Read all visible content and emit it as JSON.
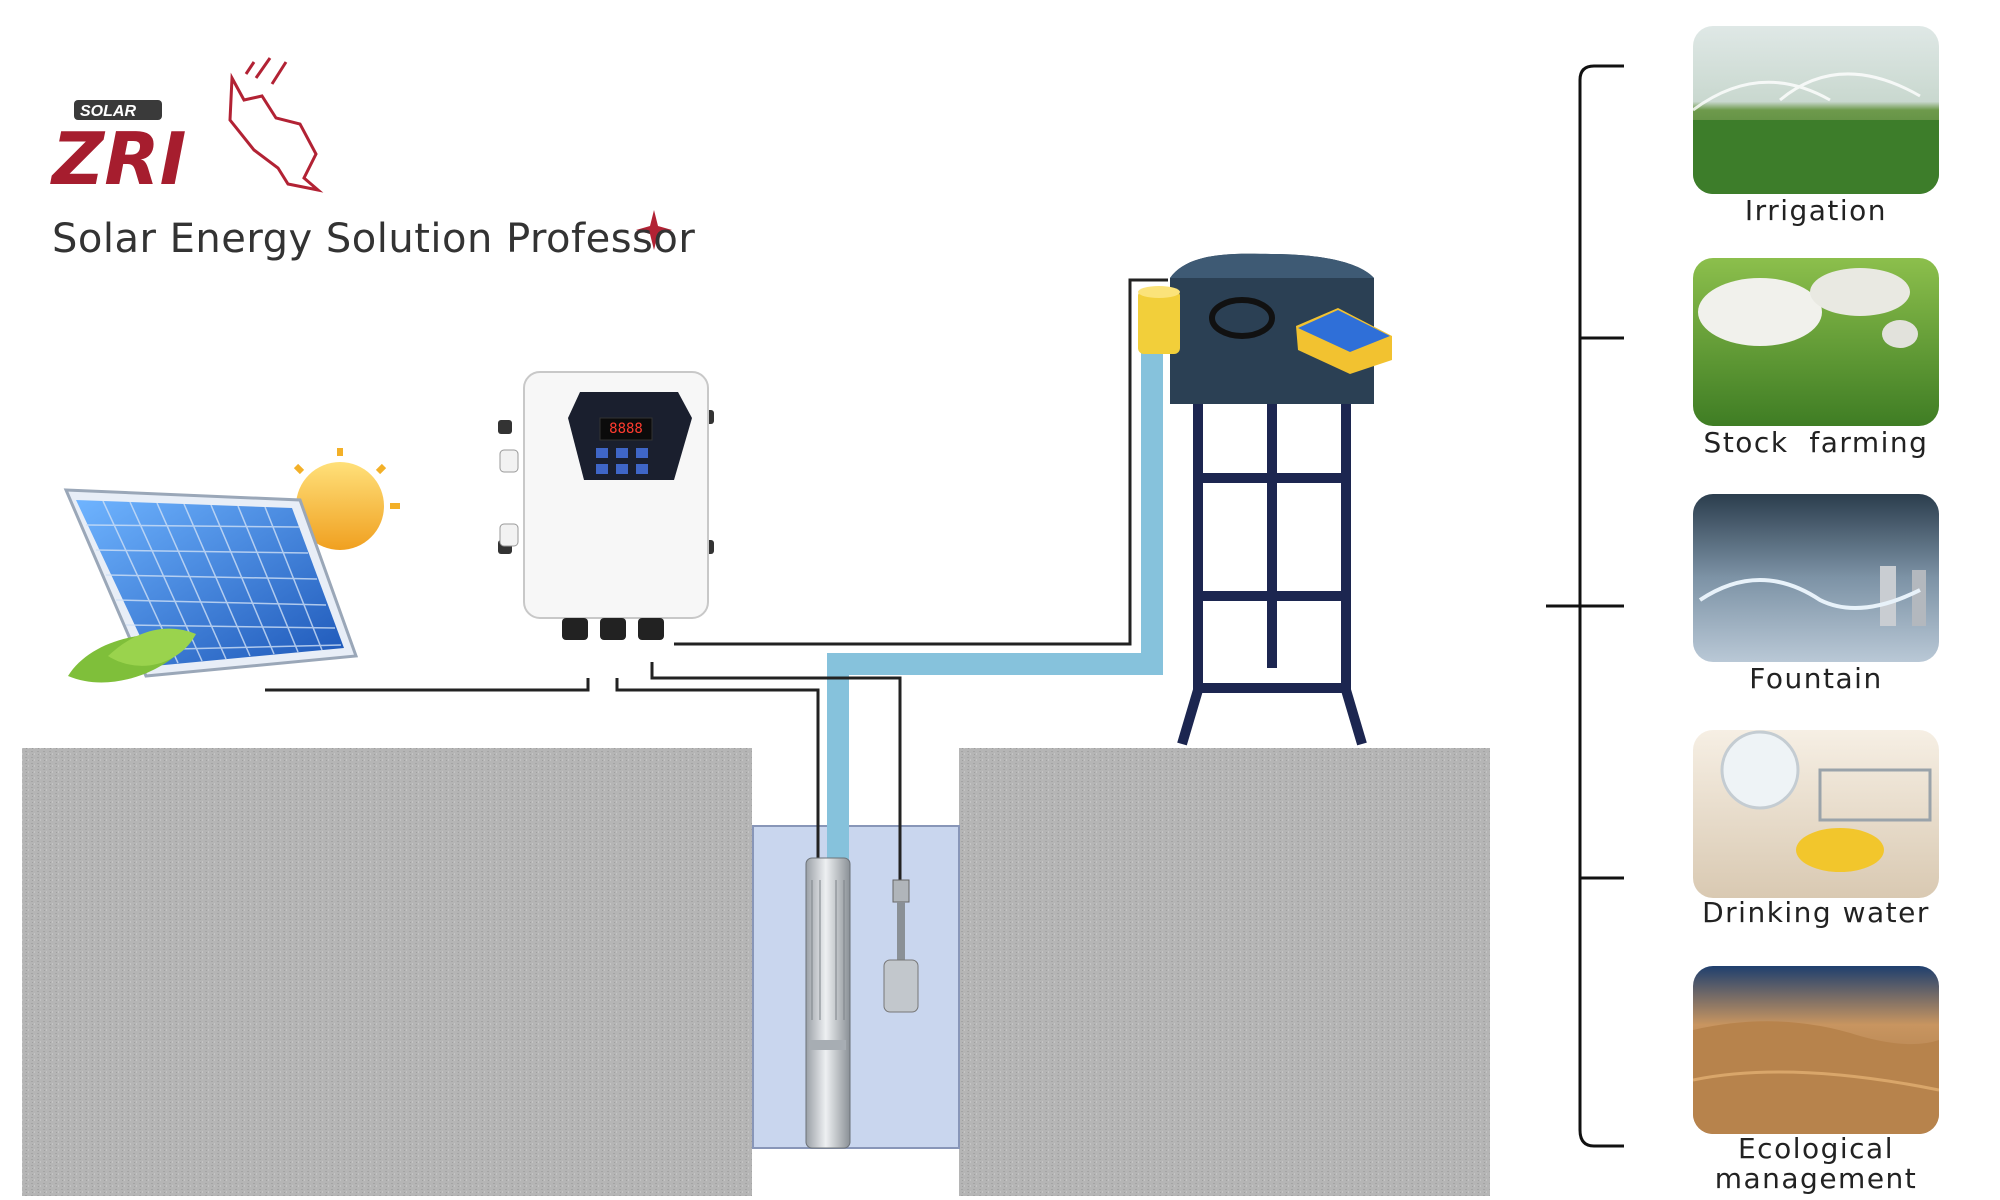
{
  "brand": {
    "badge": "SOLAR",
    "logo_letters": "ZRI",
    "tagline": "Solar Energy Solution Professor"
  },
  "controller": {
    "display_value": "8888"
  },
  "applications": [
    {
      "label": "Irrigation",
      "image": "irrigation-photo"
    },
    {
      "label": "Stock  farming",
      "image": "sheep-grazing-photo"
    },
    {
      "label": "Fountain",
      "image": "fountain-photo"
    },
    {
      "label": "Drinking water",
      "image": "dishwashing-photo"
    },
    {
      "label": "Ecological",
      "label2": "management",
      "image": "desert-photo"
    }
  ],
  "colors": {
    "brand_red": "#b22234",
    "ground": "#b3b3b3",
    "well_water": "#c9d6ee",
    "pipe": "#86c2dc",
    "tower": "#1c2650",
    "tank": "#2b4054"
  }
}
